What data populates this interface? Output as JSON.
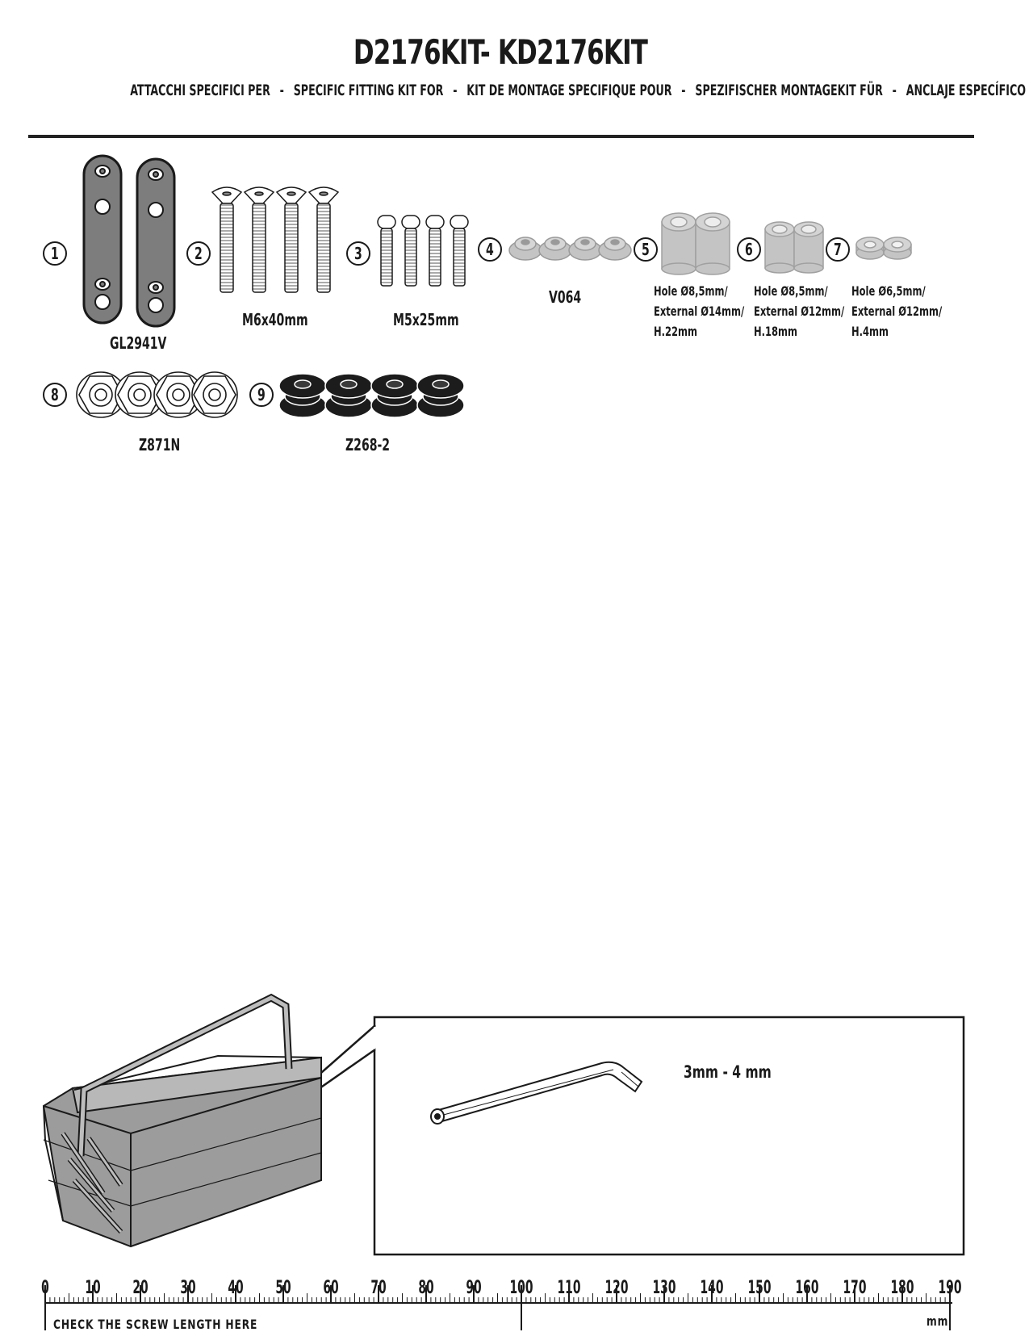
{
  "header": {
    "title": "D2176KIT- KD2176KIT",
    "subtitle_parts": [
      "ATTACCHI SPECIFICI PER",
      "SPECIFIC FITTING KIT FOR",
      "KIT DE MONTAGE SPECIFIQUE POUR",
      "SPEZIFISCHER MONTAGEKIT FÜR",
      "ANCLAJE ESPECÍFICO PARA"
    ],
    "separator": "-"
  },
  "parts": {
    "p1": {
      "number": "1",
      "code": "GL2941V"
    },
    "p2": {
      "number": "2",
      "code": "M6x40mm"
    },
    "p3": {
      "number": "3",
      "code": "M5x25mm"
    },
    "p4": {
      "number": "4",
      "code": "V064"
    },
    "p5": {
      "number": "5",
      "line1": "Hole Ø8,5mm/",
      "line2": "External Ø14mm/",
      "line3": "H.22mm"
    },
    "p6": {
      "number": "6",
      "line1": "Hole Ø8,5mm/",
      "line2": "External Ø12mm/",
      "line3": "H.18mm"
    },
    "p7": {
      "number": "7",
      "line1": "Hole Ø6,5mm/",
      "line2": "External Ø12mm/",
      "line3": "H.4mm"
    },
    "p8": {
      "number": "8",
      "code": "Z871N"
    },
    "p9": {
      "number": "9",
      "code": "Z268-2"
    }
  },
  "tools": {
    "allen_key_sizes": "3mm - 4 mm"
  },
  "ruler": {
    "ticks": [
      "0",
      "10",
      "20",
      "30",
      "40",
      "50",
      "60",
      "70",
      "80",
      "90",
      "100",
      "110",
      "120",
      "130",
      "140",
      "150",
      "160",
      "170",
      "180",
      "190"
    ],
    "caption": "CHECK THE SCREW LENGTH HERE",
    "unit": "mm"
  },
  "colors": {
    "ink": "#1a1a1a",
    "plate_gray": "#808080",
    "spacer_gray": "#c4c4c4",
    "rubber_black": "#1c1c1c",
    "toolbox_gray": "#a8a8a8"
  }
}
